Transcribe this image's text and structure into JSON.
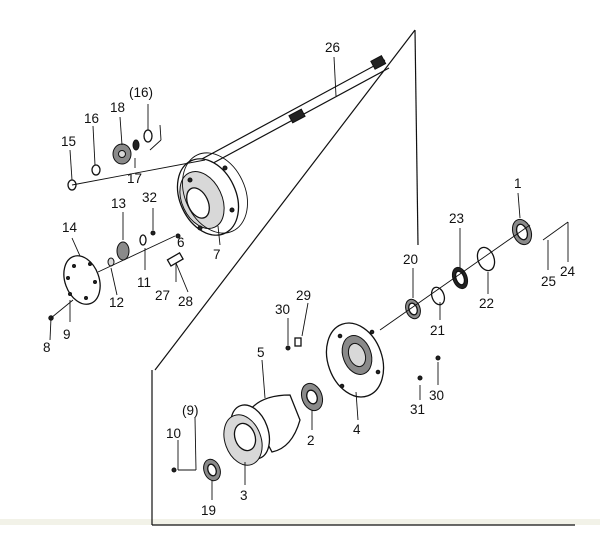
{
  "callouts": {
    "c1": "1",
    "c2": "2",
    "c3": "3",
    "c4": "4",
    "c5": "5",
    "c6": "6",
    "c7": "7",
    "c8": "8",
    "c9": "9",
    "c9p": "(9)",
    "c10": "10",
    "c11": "11",
    "c12": "12",
    "c13": "13",
    "c14": "14",
    "c15": "15",
    "c16": "16",
    "c16p": "(16)",
    "c17": "17",
    "c18": "18",
    "c19": "19",
    "c20": "20",
    "c21": "21",
    "c22": "22",
    "c23": "23",
    "c24": "24",
    "c25": "25",
    "c26": "26",
    "c27": "27",
    "c28": "28",
    "c29": "29",
    "c30a": "30",
    "c30b": "30",
    "c31": "31",
    "c32": "32"
  }
}
